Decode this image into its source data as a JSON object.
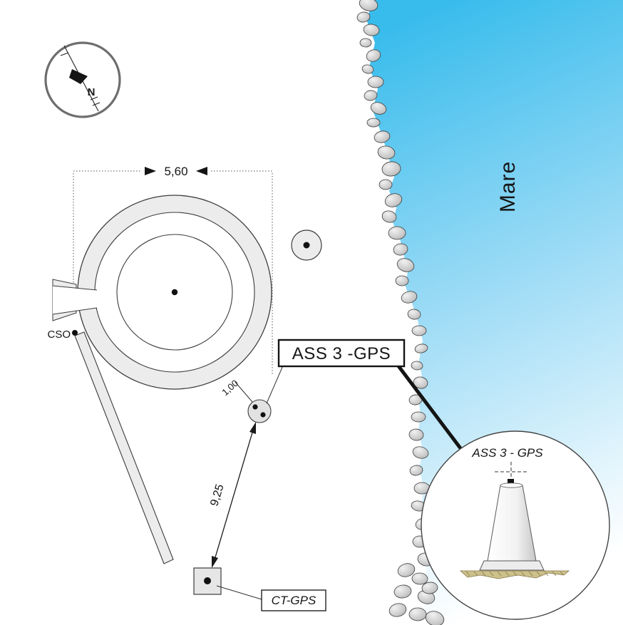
{
  "diagram": {
    "north_label": "N",
    "sea_label": "Mare",
    "cso_label": "CSO",
    "diameter_dimension": "5,60",
    "offset_dimension": "1,00",
    "distance_dimension": "9,25",
    "ass3_callout_label": "ASS 3 -GPS",
    "ass3_detail_label": "ASS 3 - GPS",
    "ct_gps_label": "CT-GPS"
  },
  "colors": {
    "sea_blue": "#3fbdec",
    "rock_gray": "#c6c6c6",
    "structure_gray": "#ececec",
    "ground_tan": "#ccc08b",
    "line_black": "#1a1a1a"
  }
}
